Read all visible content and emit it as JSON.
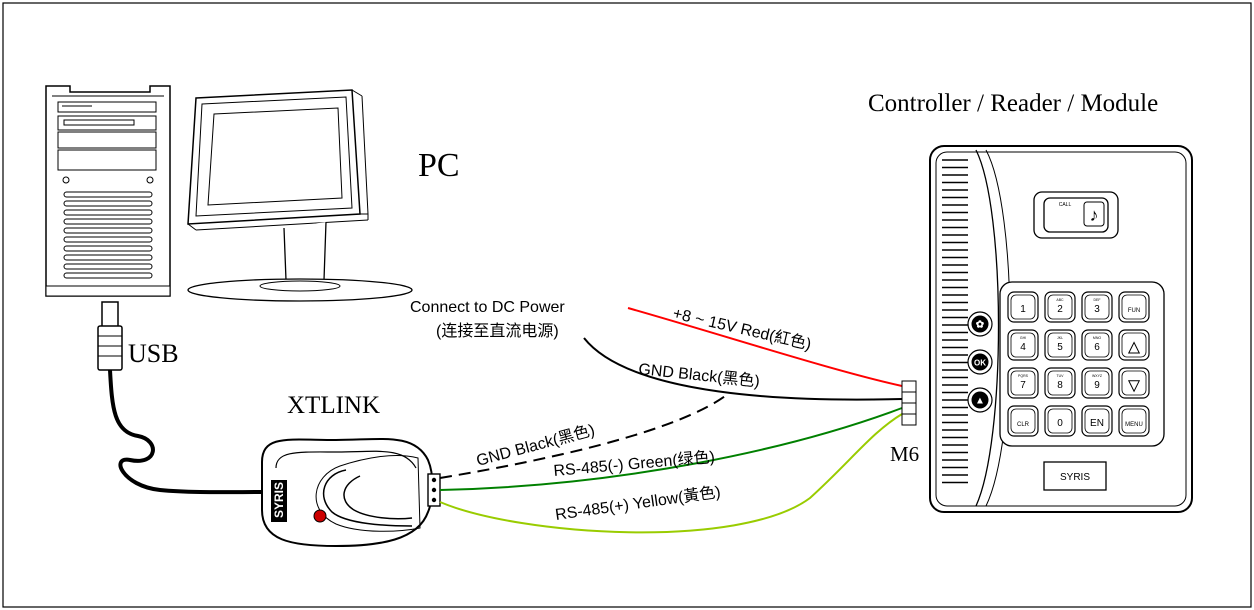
{
  "labels": {
    "pc": "PC",
    "usb": "USB",
    "xtlink": "XTLINK",
    "controller": "Controller / Reader / Module",
    "m6": "M6",
    "dc_power_en": "Connect to DC Power",
    "dc_power_zh": "(连接至直流电源)",
    "red_wire": "+8 ~ 15V  Red(紅色)",
    "black_wire_top": "GND  Black(黑色)",
    "black_wire_xt": "GND  Black(黑色)",
    "green_wire": "RS-485(-) Green(绿色)",
    "yellow_wire": "RS-485(+) Yellow(黃色)",
    "brand_xtlink": "SYRIS",
    "brand_controller": "SYRIS",
    "call": "CALL"
  },
  "keypad": {
    "keys": [
      {
        "main": "1",
        "sub": ""
      },
      {
        "main": "2",
        "sub": "ABC"
      },
      {
        "main": "3",
        "sub": "DEF"
      },
      {
        "main": "FUN",
        "sub": ""
      },
      {
        "main": "4",
        "sub": "GHI"
      },
      {
        "main": "5",
        "sub": "JKL"
      },
      {
        "main": "6",
        "sub": "MNO"
      },
      {
        "main": "▲",
        "sub": ""
      },
      {
        "main": "7",
        "sub": "PQRS"
      },
      {
        "main": "8",
        "sub": "TUV"
      },
      {
        "main": "9",
        "sub": "WXYZ"
      },
      {
        "main": "▼",
        "sub": ""
      },
      {
        "main": "CLR",
        "sub": ""
      },
      {
        "main": "0",
        "sub": ""
      },
      {
        "main": "EN",
        "sub": ""
      },
      {
        "main": "MENU",
        "sub": ""
      }
    ],
    "side_buttons": [
      "gear",
      "OK",
      "alert"
    ]
  },
  "colors": {
    "red": "#ff0000",
    "black": "#000000",
    "green": "#008000",
    "yellow": "#99cc00"
  }
}
